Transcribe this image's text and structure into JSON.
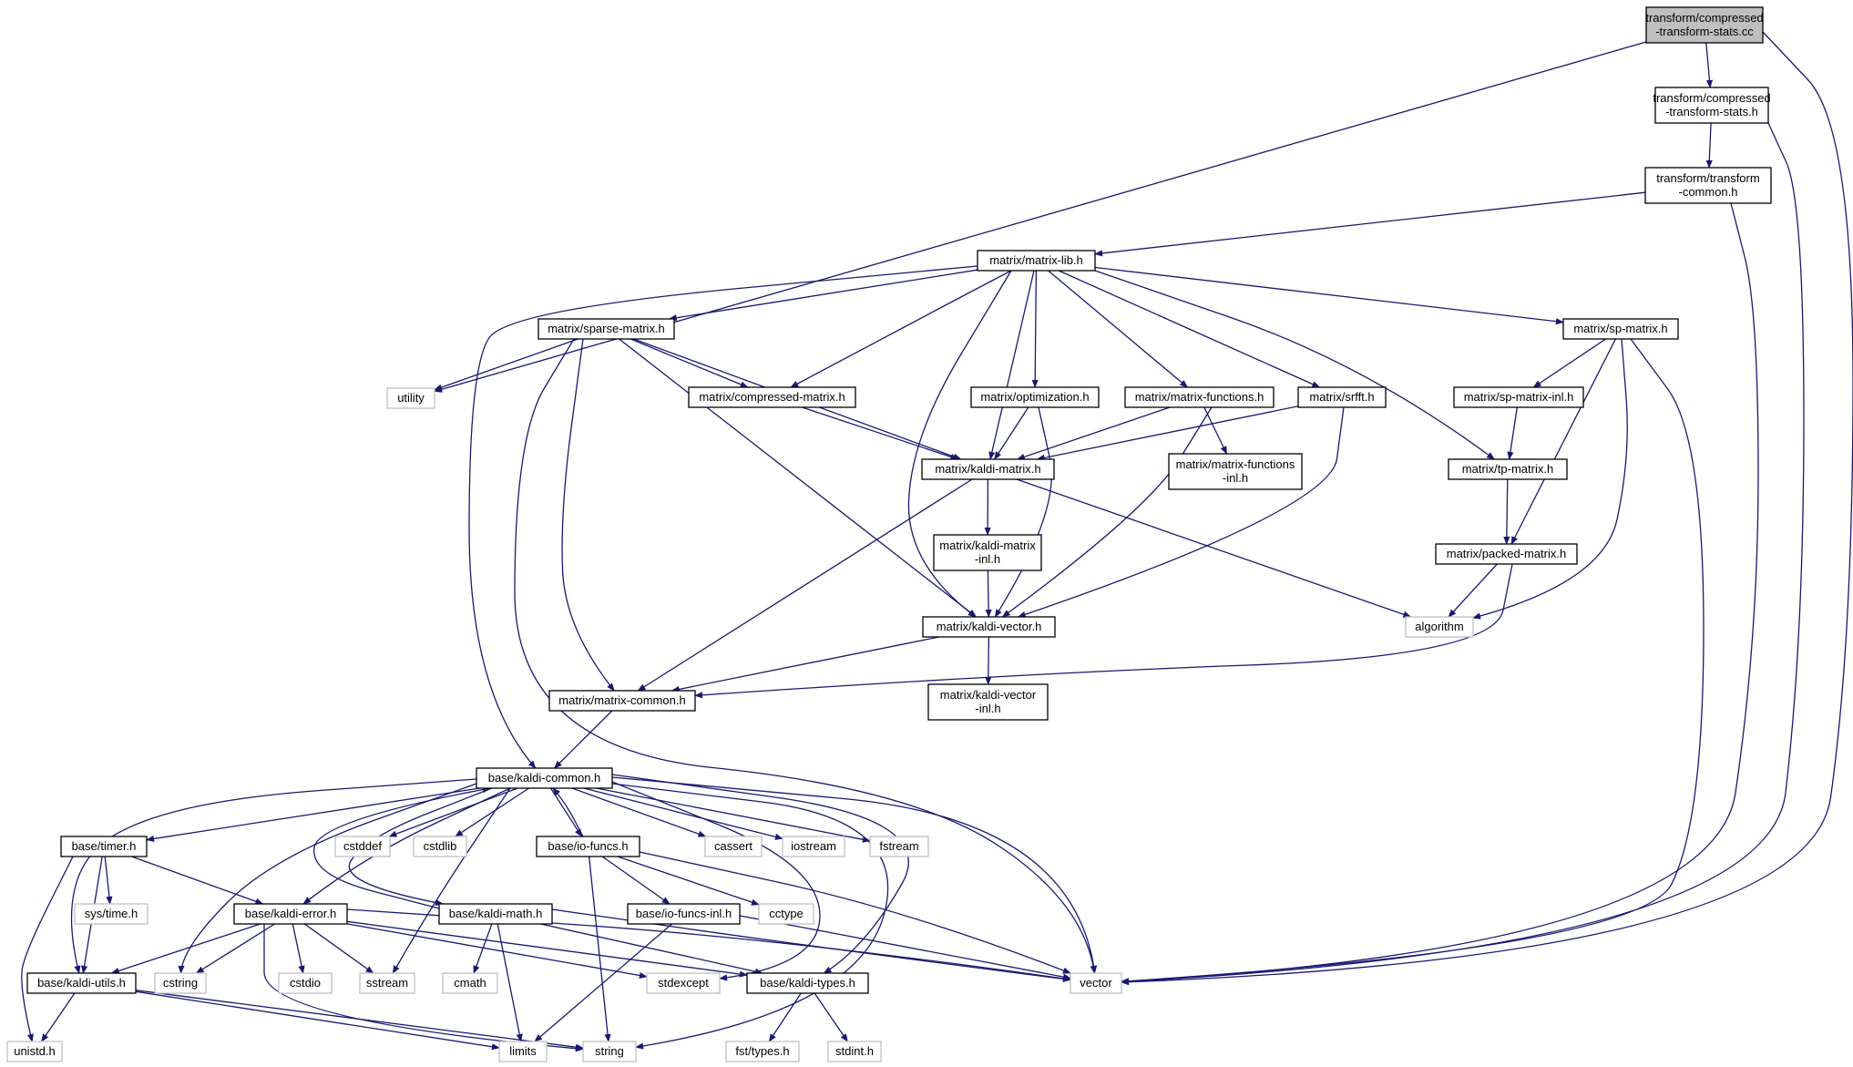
{
  "diagram": {
    "type": "include-dependency-graph",
    "edge_color": "#191970",
    "root_fill": "#bfbfbf",
    "external_border": "#bfbfbf",
    "nodes": [
      {
        "id": "root",
        "lines": [
          "transform/compressed",
          "-transform-stats.cc"
        ],
        "kind": "root"
      },
      {
        "id": "cts_h",
        "lines": [
          "transform/compressed",
          "-transform-stats.h"
        ],
        "kind": "local"
      },
      {
        "id": "tcommon",
        "lines": [
          "transform/transform",
          "-common.h"
        ],
        "kind": "local"
      },
      {
        "id": "mlib",
        "lines": [
          "matrix/matrix-lib.h"
        ],
        "kind": "local"
      },
      {
        "id": "sparse",
        "lines": [
          "matrix/sparse-matrix.h"
        ],
        "kind": "local"
      },
      {
        "id": "spm",
        "lines": [
          "matrix/sp-matrix.h"
        ],
        "kind": "local"
      },
      {
        "id": "utility",
        "lines": [
          "utility"
        ],
        "kind": "ext"
      },
      {
        "id": "cmat",
        "lines": [
          "matrix/compressed-matrix.h"
        ],
        "kind": "local"
      },
      {
        "id": "opt",
        "lines": [
          "matrix/optimization.h"
        ],
        "kind": "local"
      },
      {
        "id": "mfunc",
        "lines": [
          "matrix/matrix-functions.h"
        ],
        "kind": "local"
      },
      {
        "id": "srfft",
        "lines": [
          "matrix/srfft.h"
        ],
        "kind": "local"
      },
      {
        "id": "spinl",
        "lines": [
          "matrix/sp-matrix-inl.h"
        ],
        "kind": "local"
      },
      {
        "id": "kmat",
        "lines": [
          "matrix/kaldi-matrix.h"
        ],
        "kind": "local"
      },
      {
        "id": "mfinl",
        "lines": [
          "matrix/matrix-functions",
          "-inl.h"
        ],
        "kind": "local"
      },
      {
        "id": "tpm",
        "lines": [
          "matrix/tp-matrix.h"
        ],
        "kind": "local"
      },
      {
        "id": "kminl",
        "lines": [
          "matrix/kaldi-matrix",
          "-inl.h"
        ],
        "kind": "local"
      },
      {
        "id": "packed",
        "lines": [
          "matrix/packed-matrix.h"
        ],
        "kind": "local"
      },
      {
        "id": "kvec",
        "lines": [
          "matrix/kaldi-vector.h"
        ],
        "kind": "local"
      },
      {
        "id": "algorithm",
        "lines": [
          "algorithm"
        ],
        "kind": "ext"
      },
      {
        "id": "mcommon",
        "lines": [
          "matrix/matrix-common.h"
        ],
        "kind": "local"
      },
      {
        "id": "kvinl",
        "lines": [
          "matrix/kaldi-vector",
          "-inl.h"
        ],
        "kind": "local"
      },
      {
        "id": "kcommon",
        "lines": [
          "base/kaldi-common.h"
        ],
        "kind": "local"
      },
      {
        "id": "timer",
        "lines": [
          "base/timer.h"
        ],
        "kind": "local"
      },
      {
        "id": "cstddef",
        "lines": [
          "cstddef"
        ],
        "kind": "ext"
      },
      {
        "id": "cstdlib",
        "lines": [
          "cstdlib"
        ],
        "kind": "ext"
      },
      {
        "id": "iofuncs",
        "lines": [
          "base/io-funcs.h"
        ],
        "kind": "local"
      },
      {
        "id": "cassert",
        "lines": [
          "cassert"
        ],
        "kind": "ext"
      },
      {
        "id": "iostream",
        "lines": [
          "iostream"
        ],
        "kind": "ext"
      },
      {
        "id": "fstream",
        "lines": [
          "fstream"
        ],
        "kind": "ext"
      },
      {
        "id": "systime",
        "lines": [
          "sys/time.h"
        ],
        "kind": "ext"
      },
      {
        "id": "kerror",
        "lines": [
          "base/kaldi-error.h"
        ],
        "kind": "local"
      },
      {
        "id": "kmath",
        "lines": [
          "base/kaldi-math.h"
        ],
        "kind": "local"
      },
      {
        "id": "ioinl",
        "lines": [
          "base/io-funcs-inl.h"
        ],
        "kind": "local"
      },
      {
        "id": "cctype",
        "lines": [
          "cctype"
        ],
        "kind": "ext"
      },
      {
        "id": "kutils",
        "lines": [
          "base/kaldi-utils.h"
        ],
        "kind": "local"
      },
      {
        "id": "cstring",
        "lines": [
          "cstring"
        ],
        "kind": "ext"
      },
      {
        "id": "cstdio",
        "lines": [
          "cstdio"
        ],
        "kind": "ext"
      },
      {
        "id": "sstream",
        "lines": [
          "sstream"
        ],
        "kind": "ext"
      },
      {
        "id": "cmath",
        "lines": [
          "cmath"
        ],
        "kind": "ext"
      },
      {
        "id": "stdexcept",
        "lines": [
          "stdexcept"
        ],
        "kind": "ext"
      },
      {
        "id": "ktypes",
        "lines": [
          "base/kaldi-types.h"
        ],
        "kind": "local"
      },
      {
        "id": "vector",
        "lines": [
          "vector"
        ],
        "kind": "ext"
      },
      {
        "id": "unistd",
        "lines": [
          "unistd.h"
        ],
        "kind": "ext"
      },
      {
        "id": "limits",
        "lines": [
          "limits"
        ],
        "kind": "ext"
      },
      {
        "id": "string",
        "lines": [
          "string"
        ],
        "kind": "ext"
      },
      {
        "id": "fsttypes",
        "lines": [
          "fst/types.h"
        ],
        "kind": "ext"
      },
      {
        "id": "stdint",
        "lines": [
          "stdint.h"
        ],
        "kind": "ext"
      }
    ],
    "edges": [
      [
        "root",
        "cts_h"
      ],
      [
        "root",
        "utility"
      ],
      [
        "root",
        "vector"
      ],
      [
        "cts_h",
        "tcommon"
      ],
      [
        "cts_h",
        "vector"
      ],
      [
        "tcommon",
        "mlib"
      ],
      [
        "tcommon",
        "vector"
      ],
      [
        "mlib",
        "kcommon"
      ],
      [
        "mlib",
        "sparse"
      ],
      [
        "mlib",
        "cmat"
      ],
      [
        "mlib",
        "kvec"
      ],
      [
        "mlib",
        "kmat"
      ],
      [
        "mlib",
        "opt"
      ],
      [
        "mlib",
        "mfunc"
      ],
      [
        "mlib",
        "srfft"
      ],
      [
        "mlib",
        "tpm"
      ],
      [
        "mlib",
        "spm"
      ],
      [
        "sparse",
        "utility"
      ],
      [
        "sparse",
        "cmat"
      ],
      [
        "sparse",
        "kmat"
      ],
      [
        "sparse",
        "kvec"
      ],
      [
        "sparse",
        "mcommon"
      ],
      [
        "sparse",
        "vector"
      ],
      [
        "spm",
        "spinl"
      ],
      [
        "spm",
        "packed"
      ],
      [
        "spm",
        "algorithm"
      ],
      [
        "spm",
        "vector"
      ],
      [
        "cmat",
        "kmat"
      ],
      [
        "opt",
        "kmat"
      ],
      [
        "opt",
        "kvec"
      ],
      [
        "mfunc",
        "kmat"
      ],
      [
        "mfunc",
        "mfinl"
      ],
      [
        "mfunc",
        "kvec"
      ],
      [
        "srfft",
        "kmat"
      ],
      [
        "srfft",
        "kvec"
      ],
      [
        "spinl",
        "tpm"
      ],
      [
        "tpm",
        "packed"
      ],
      [
        "kmat",
        "kminl"
      ],
      [
        "kmat",
        "algorithm"
      ],
      [
        "kmat",
        "mcommon"
      ],
      [
        "kminl",
        "kvec"
      ],
      [
        "packed",
        "algorithm"
      ],
      [
        "packed",
        "mcommon"
      ],
      [
        "kvec",
        "mcommon"
      ],
      [
        "kvec",
        "kvinl"
      ],
      [
        "mcommon",
        "kcommon"
      ],
      [
        "kcommon",
        "timer"
      ],
      [
        "kcommon",
        "cstddef"
      ],
      [
        "kcommon",
        "cstdlib"
      ],
      [
        "kcommon",
        "iofuncs"
      ],
      [
        "kcommon",
        "cassert"
      ],
      [
        "kcommon",
        "iostream"
      ],
      [
        "kcommon",
        "fstream"
      ],
      [
        "kcommon",
        "kerror"
      ],
      [
        "kcommon",
        "kmath"
      ],
      [
        "kcommon",
        "kutils"
      ],
      [
        "kcommon",
        "cstring"
      ],
      [
        "kcommon",
        "sstream"
      ],
      [
        "kcommon",
        "stdexcept"
      ],
      [
        "kcommon",
        "ktypes"
      ],
      [
        "kcommon",
        "vector"
      ],
      [
        "kcommon",
        "string"
      ],
      [
        "timer",
        "systime"
      ],
      [
        "timer",
        "kerror"
      ],
      [
        "timer",
        "kutils"
      ],
      [
        "timer",
        "unistd"
      ],
      [
        "iofuncs",
        "kcommon"
      ],
      [
        "iofuncs",
        "ioinl"
      ],
      [
        "iofuncs",
        "cctype"
      ],
      [
        "iofuncs",
        "vector"
      ],
      [
        "iofuncs",
        "string"
      ],
      [
        "kerror",
        "kutils"
      ],
      [
        "kerror",
        "cstring"
      ],
      [
        "kerror",
        "cstdio"
      ],
      [
        "kerror",
        "sstream"
      ],
      [
        "kerror",
        "stdexcept"
      ],
      [
        "kerror",
        "vector"
      ],
      [
        "kerror",
        "string"
      ],
      [
        "kerror",
        "ktypes"
      ],
      [
        "kmath",
        "kcommon"
      ],
      [
        "kmath",
        "cmath"
      ],
      [
        "kmath",
        "limits"
      ],
      [
        "kmath",
        "vector"
      ],
      [
        "kmath",
        "ktypes"
      ],
      [
        "ioinl",
        "limits"
      ],
      [
        "ioinl",
        "vector"
      ],
      [
        "kutils",
        "unistd"
      ],
      [
        "kutils",
        "limits"
      ],
      [
        "kutils",
        "string"
      ],
      [
        "ktypes",
        "fsttypes"
      ],
      [
        "ktypes",
        "stdint"
      ]
    ]
  }
}
